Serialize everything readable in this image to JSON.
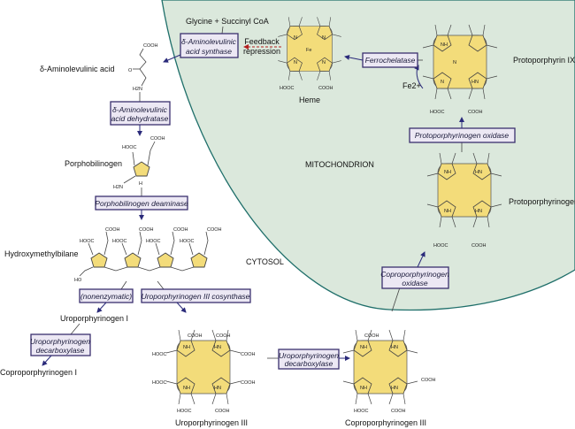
{
  "colors": {
    "mitochondrion": "#dbe8dc",
    "membrane": "#1f6f6a",
    "ring": "#f3dc7a",
    "enzyme_box": "#ece8f4",
    "feedback": "#b32020"
  },
  "compartments": {
    "mitochondrion": "MITOCHONDRION",
    "cytosol": "CYTOSOL"
  },
  "substrates": "Glycine + Succinyl CoA",
  "feedback": [
    "Feedback",
    "repression"
  ],
  "metabolites": {
    "ala": "δ-Aminolevulinic acid",
    "pbg": "Porphobilinogen",
    "hmb": "Hydroxymethylbilane",
    "uro1": "Uroporphyrinogen I",
    "copro1": "Coproporphyrinogen I",
    "uro3": "Uroporphyrinogen III",
    "copro3": "Coproporphyrinogen III",
    "protogen": "Protoporphyrinogen IX",
    "proto": "Protoporphyrin IX",
    "heme": "Heme",
    "fe": "Fe2+"
  },
  "enzymes": {
    "alas": [
      "δ-Aminolevulinic",
      "acid synthase"
    ],
    "alad": [
      "δ-Aminolevulinic",
      "acid dehydratase"
    ],
    "pbgd": "Porphobilinogen deaminase",
    "nonenz": "(nonenzymatic)",
    "uros": "Uroporphyrinogen III cosynthase",
    "urod1": [
      "Uroporphyrinogen",
      "decarboxylase"
    ],
    "urod3": [
      "Uroporphyrinogen",
      "decarboxylase"
    ],
    "cpox": [
      "Coproporphyrinogen",
      "oxidase"
    ],
    "ppox": "Protoporphyrinogen oxidase",
    "fech": "Ferrochelatase"
  },
  "groups": {
    "cooh": "COOH",
    "hooc": "HOOC",
    "nh": "NH",
    "hn": "HN",
    "n": "N",
    "h": "H",
    "h2n": "H2N",
    "ho": "HO",
    "o": "O",
    "fe": "Fe"
  }
}
